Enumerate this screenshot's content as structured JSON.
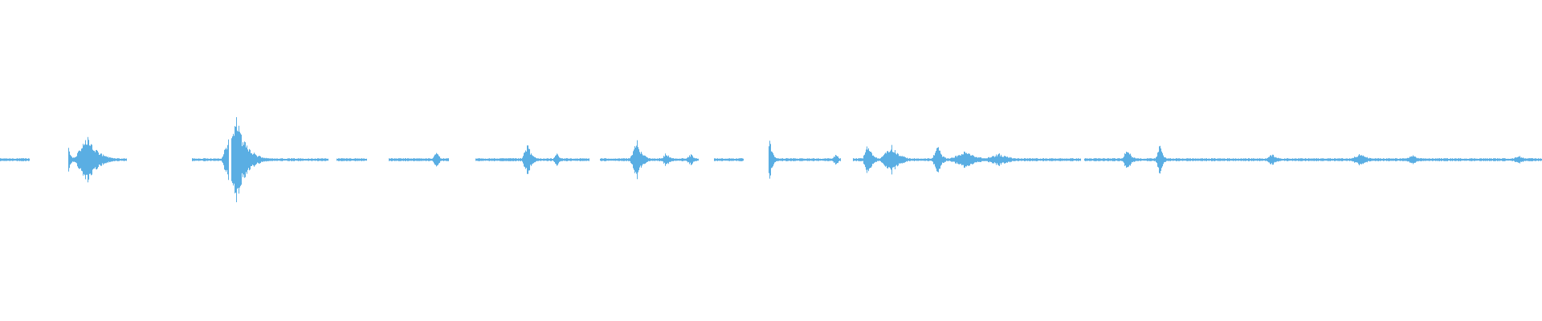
{
  "waveform": {
    "color": "#5aaee3",
    "background": "#ffffff",
    "segments": [
      {
        "start": 0.0,
        "end": 0.019
      },
      {
        "start": 0.044,
        "end": 0.082
      },
      {
        "start": 0.124,
        "end": 0.13
      },
      {
        "start": 0.13,
        "end": 0.148
      },
      {
        "start": 0.15,
        "end": 0.213
      },
      {
        "start": 0.218,
        "end": 0.238
      },
      {
        "start": 0.252,
        "end": 0.291
      },
      {
        "start": 0.308,
        "end": 0.382
      },
      {
        "start": 0.389,
        "end": 0.453
      },
      {
        "start": 0.463,
        "end": 0.482
      },
      {
        "start": 0.498,
        "end": 0.545
      },
      {
        "start": 0.553,
        "end": 0.701
      },
      {
        "start": 0.703,
        "end": 1.0
      }
    ],
    "peaks": [
      {
        "pos": 0.057,
        "amp": 0.38,
        "width": 0.01
      },
      {
        "pos": 0.044,
        "amp": 0.22,
        "width": 0.003
      },
      {
        "pos": 0.153,
        "amp": 0.7,
        "width": 0.01
      },
      {
        "pos": 0.283,
        "amp": 0.15,
        "width": 0.003
      },
      {
        "pos": 0.342,
        "amp": 0.28,
        "width": 0.004
      },
      {
        "pos": 0.361,
        "amp": 0.12,
        "width": 0.003
      },
      {
        "pos": 0.413,
        "amp": 0.33,
        "width": 0.005
      },
      {
        "pos": 0.432,
        "amp": 0.12,
        "width": 0.004
      },
      {
        "pos": 0.448,
        "amp": 0.1,
        "width": 0.004
      },
      {
        "pos": 0.499,
        "amp": 0.32,
        "width": 0.003
      },
      {
        "pos": 0.542,
        "amp": 0.1,
        "width": 0.003
      },
      {
        "pos": 0.563,
        "amp": 0.3,
        "width": 0.004
      },
      {
        "pos": 0.578,
        "amp": 0.25,
        "width": 0.008
      },
      {
        "pos": 0.608,
        "amp": 0.25,
        "width": 0.004
      },
      {
        "pos": 0.626,
        "amp": 0.14,
        "width": 0.012
      },
      {
        "pos": 0.648,
        "amp": 0.1,
        "width": 0.012
      },
      {
        "pos": 0.731,
        "amp": 0.2,
        "width": 0.004
      },
      {
        "pos": 0.752,
        "amp": 0.25,
        "width": 0.003
      },
      {
        "pos": 0.825,
        "amp": 0.09,
        "width": 0.006
      },
      {
        "pos": 0.882,
        "amp": 0.1,
        "width": 0.008
      },
      {
        "pos": 0.916,
        "amp": 0.08,
        "width": 0.006
      },
      {
        "pos": 0.985,
        "amp": 0.07,
        "width": 0.006
      }
    ]
  }
}
